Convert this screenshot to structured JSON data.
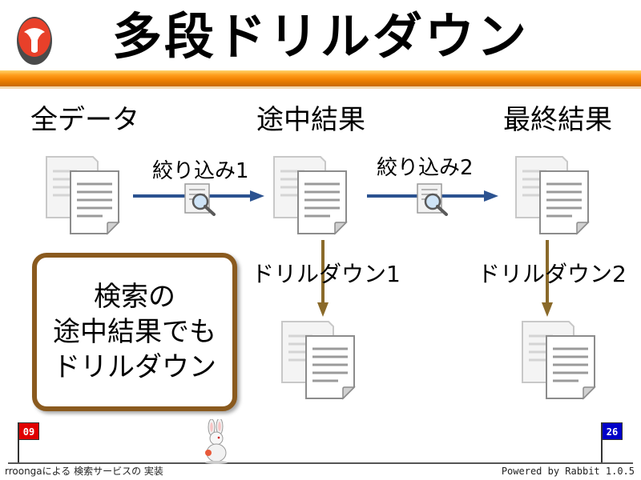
{
  "slide": {
    "title": "多段ドリルダウン",
    "stages": {
      "all": "全データ",
      "middle": "途中結果",
      "final": "最終結果"
    },
    "filters": [
      "絞り込み1",
      "絞り込み2"
    ],
    "drilldowns": [
      "ドリルダウン1",
      "ドリルダウン2"
    ],
    "callout": [
      "検索の",
      "途中結果でも",
      "ドリルダウン"
    ],
    "colors": {
      "accent_bar": "#f08000",
      "callout_border": "#8a5a1e",
      "filter_arrow": "#2b5290",
      "drill_arrow": "#8a6a2a",
      "start_flag": "#e00000",
      "end_flag": "#0000c8"
    }
  },
  "footer": {
    "left_text": "rroongaによる 検索サービスの 実装",
    "right_text": "Powered by Rabbit 1.0.5",
    "current_page": "09",
    "total_pages": "26"
  }
}
